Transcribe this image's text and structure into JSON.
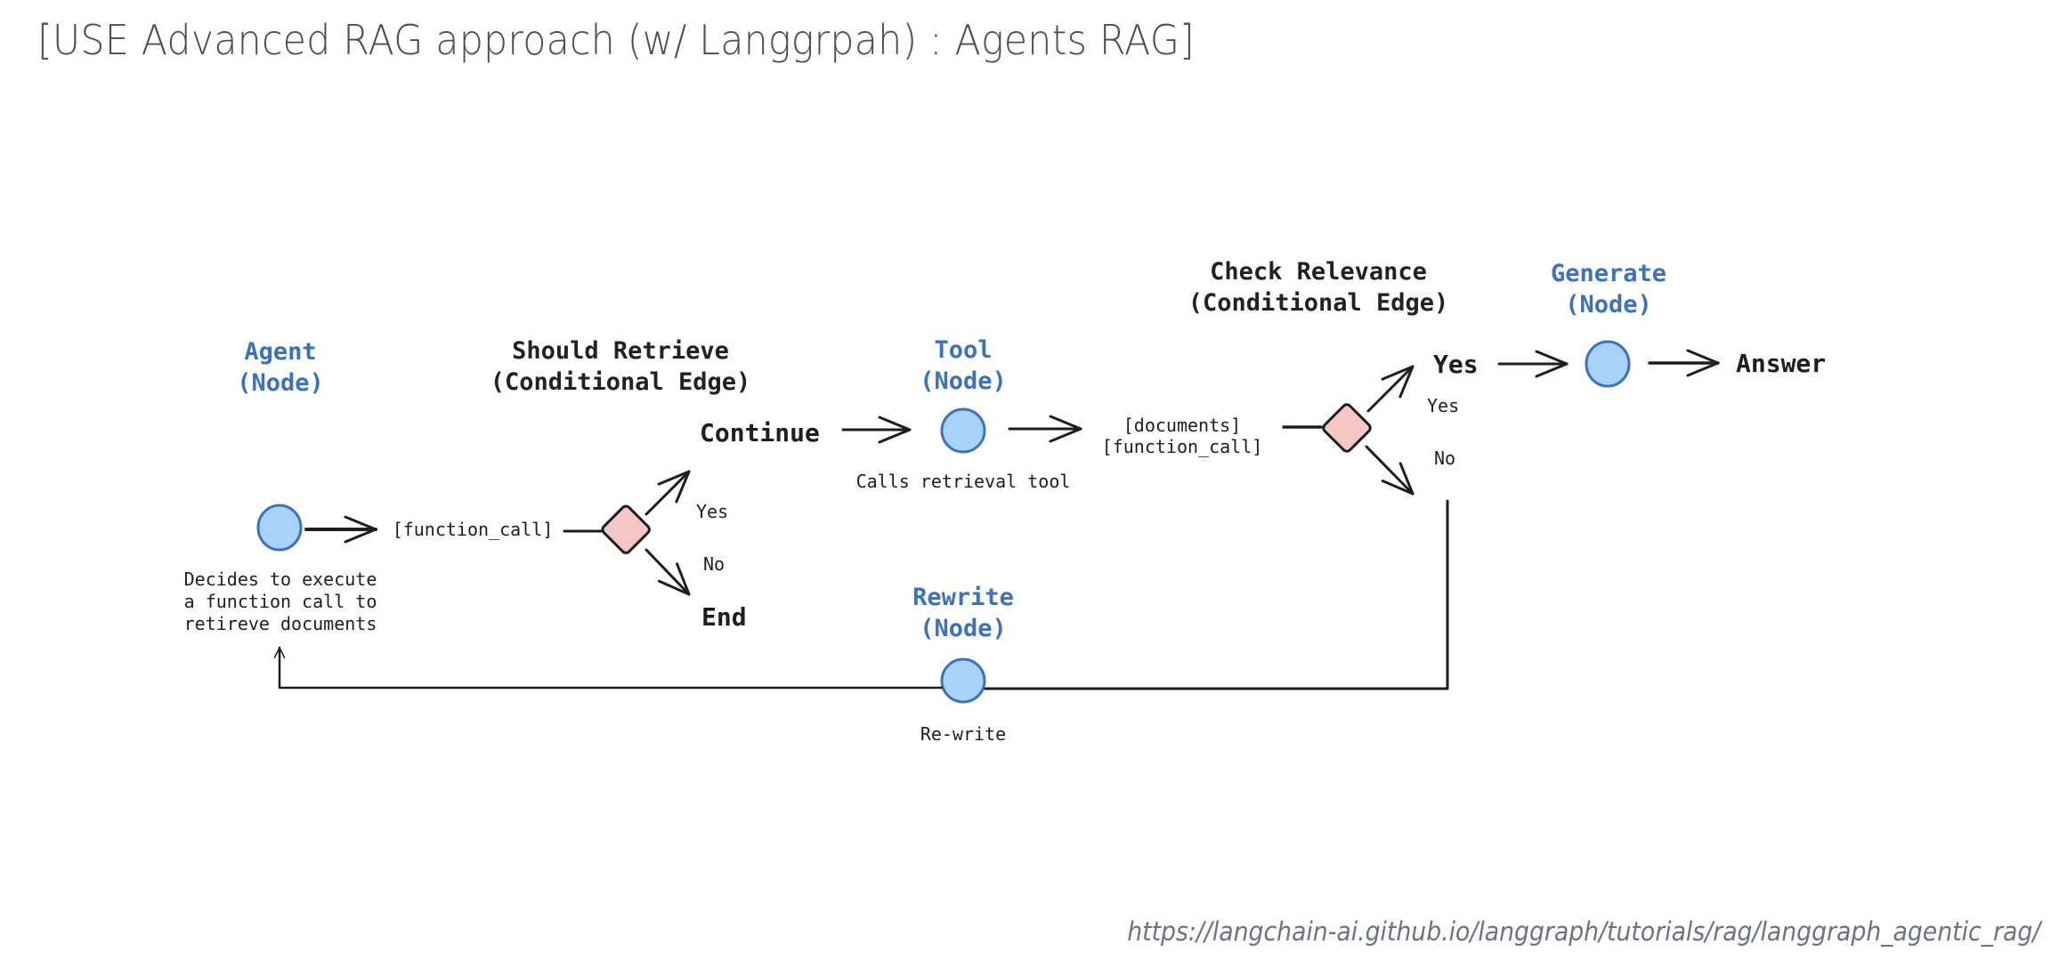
{
  "page": {
    "title": "[USE Advanced RAG approach (w/ Langgrpah) : Agents RAG]",
    "source_url": "https://langchain-ai.github.io/langgraph/tutorials/rag/langgraph_agentic_rag/"
  },
  "colors": {
    "node_fill": "#a9d2fb",
    "node_stroke": "#3d72b8",
    "node_label": "#3d72b8",
    "decision_fill": "#f5c6c6",
    "line": "#1e1e1e"
  },
  "diagram": {
    "nodes": {
      "agent": {
        "title": "Agent",
        "subtitle": "(Node)",
        "description": [
          "Decides to execute",
          "a function call to",
          "retireve documents"
        ]
      },
      "tool": {
        "title": "Tool",
        "subtitle": "(Node)",
        "description": "Calls retrieval tool"
      },
      "generate": {
        "title": "Generate",
        "subtitle": "(Node)"
      },
      "rewrite": {
        "title": "Rewrite",
        "subtitle": "(Node)",
        "description": "Re-write"
      }
    },
    "edges": {
      "should_retrieve": {
        "title": "Should Retrieve",
        "subtitle": "(Conditional Edge)",
        "input": "[function_call]",
        "yes_label": "Yes",
        "no_label": "No",
        "yes_target": "Continue",
        "no_target": "End"
      },
      "check_relevance": {
        "title": "Check Relevance",
        "subtitle": "(Conditional Edge)",
        "input_lines": [
          "[documents]",
          "[function_call]"
        ],
        "yes_label": "Yes",
        "no_label": "No",
        "yes_target": "Yes"
      }
    },
    "output": "Answer"
  }
}
